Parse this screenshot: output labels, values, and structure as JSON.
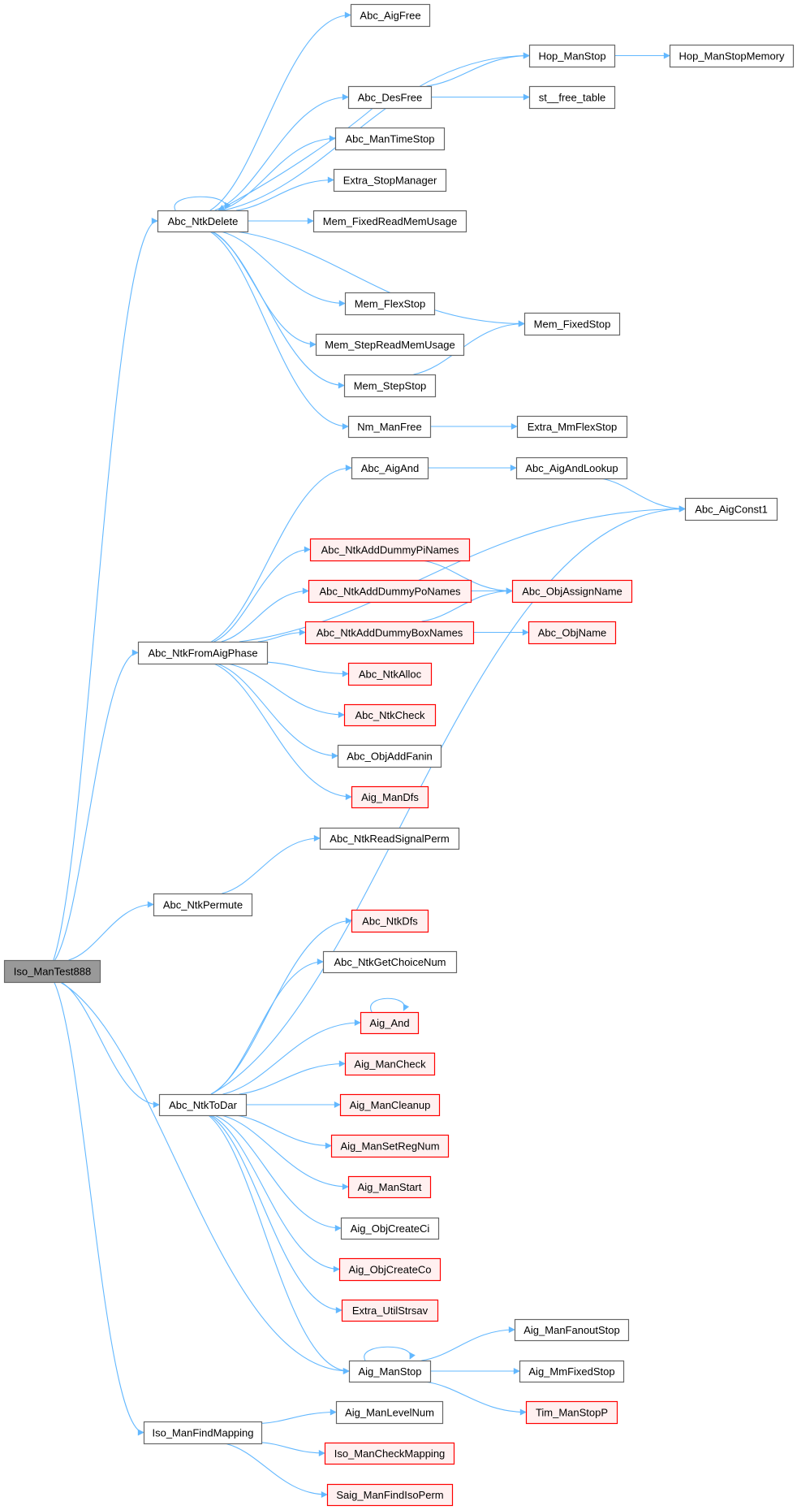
{
  "graph": {
    "title": "Call graph of Iso_ManTest888",
    "colors": {
      "edge": "#63b8ff",
      "normal_border": "#666666",
      "normal_fill": "#ffffff",
      "root_fill": "#999999",
      "root_border": "#666666",
      "red_border": "#ff0000",
      "red_fill": "#fff0f0"
    },
    "nodes": [
      {
        "id": "Iso_ManTest888",
        "label": "Iso_ManTest888",
        "style": "root"
      },
      {
        "id": "Abc_NtkDelete",
        "label": "Abc_NtkDelete",
        "style": "normal"
      },
      {
        "id": "Abc_AigFree",
        "label": "Abc_AigFree",
        "style": "normal"
      },
      {
        "id": "Hop_ManStop",
        "label": "Hop_ManStop",
        "style": "normal"
      },
      {
        "id": "Hop_ManStopMemory",
        "label": "Hop_ManStopMemory",
        "style": "normal"
      },
      {
        "id": "Abc_DesFree",
        "label": "Abc_DesFree",
        "style": "normal"
      },
      {
        "id": "st__free_table",
        "label": "st__free_table",
        "style": "normal"
      },
      {
        "id": "Abc_ManTimeStop",
        "label": "Abc_ManTimeStop",
        "style": "normal"
      },
      {
        "id": "Extra_StopManager",
        "label": "Extra_StopManager",
        "style": "normal"
      },
      {
        "id": "Mem_FixedReadMemUsage",
        "label": "Mem_FixedReadMemUsage",
        "style": "normal"
      },
      {
        "id": "Mem_FlexStop",
        "label": "Mem_FlexStop",
        "style": "normal"
      },
      {
        "id": "Mem_FixedStop",
        "label": "Mem_FixedStop",
        "style": "normal"
      },
      {
        "id": "Mem_StepReadMemUsage",
        "label": "Mem_StepReadMemUsage",
        "style": "normal"
      },
      {
        "id": "Mem_StepStop",
        "label": "Mem_StepStop",
        "style": "normal"
      },
      {
        "id": "Nm_ManFree",
        "label": "Nm_ManFree",
        "style": "normal"
      },
      {
        "id": "Extra_MmFlexStop",
        "label": "Extra_MmFlexStop",
        "style": "normal"
      },
      {
        "id": "Abc_AigAnd",
        "label": "Abc_AigAnd",
        "style": "normal"
      },
      {
        "id": "Abc_AigAndLookup",
        "label": "Abc_AigAndLookup",
        "style": "normal"
      },
      {
        "id": "Abc_AigConst1",
        "label": "Abc_AigConst1",
        "style": "normal"
      },
      {
        "id": "Abc_NtkAddDummyPiNames",
        "label": "Abc_NtkAddDummyPiNames",
        "style": "red"
      },
      {
        "id": "Abc_NtkAddDummyPoNames",
        "label": "Abc_NtkAddDummyPoNames",
        "style": "red"
      },
      {
        "id": "Abc_NtkAddDummyBoxNames",
        "label": "Abc_NtkAddDummyBoxNames",
        "style": "red"
      },
      {
        "id": "Abc_ObjAssignName",
        "label": "Abc_ObjAssignName",
        "style": "red"
      },
      {
        "id": "Abc_ObjName",
        "label": "Abc_ObjName",
        "style": "red"
      },
      {
        "id": "Abc_NtkFromAigPhase",
        "label": "Abc_NtkFromAigPhase",
        "style": "normal"
      },
      {
        "id": "Abc_NtkAlloc",
        "label": "Abc_NtkAlloc",
        "style": "red"
      },
      {
        "id": "Abc_NtkCheck",
        "label": "Abc_NtkCheck",
        "style": "red"
      },
      {
        "id": "Abc_ObjAddFanin",
        "label": "Abc_ObjAddFanin",
        "style": "normal"
      },
      {
        "id": "Aig_ManDfs",
        "label": "Aig_ManDfs",
        "style": "red"
      },
      {
        "id": "Abc_NtkReadSignalPerm",
        "label": "Abc_NtkReadSignalPerm",
        "style": "normal"
      },
      {
        "id": "Abc_NtkPermute",
        "label": "Abc_NtkPermute",
        "style": "normal"
      },
      {
        "id": "Abc_NtkDfs",
        "label": "Abc_NtkDfs",
        "style": "red"
      },
      {
        "id": "Abc_NtkGetChoiceNum",
        "label": "Abc_NtkGetChoiceNum",
        "style": "normal"
      },
      {
        "id": "Aig_And",
        "label": "Aig_And",
        "style": "red"
      },
      {
        "id": "Aig_ManCheck",
        "label": "Aig_ManCheck",
        "style": "red"
      },
      {
        "id": "Abc_NtkToDar",
        "label": "Abc_NtkToDar",
        "style": "normal"
      },
      {
        "id": "Aig_ManCleanup",
        "label": "Aig_ManCleanup",
        "style": "red"
      },
      {
        "id": "Aig_ManSetRegNum",
        "label": "Aig_ManSetRegNum",
        "style": "red"
      },
      {
        "id": "Aig_ManStart",
        "label": "Aig_ManStart",
        "style": "red"
      },
      {
        "id": "Aig_ObjCreateCi",
        "label": "Aig_ObjCreateCi",
        "style": "normal"
      },
      {
        "id": "Aig_ObjCreateCo",
        "label": "Aig_ObjCreateCo",
        "style": "red"
      },
      {
        "id": "Extra_UtilStrsav",
        "label": "Extra_UtilStrsav",
        "style": "red"
      },
      {
        "id": "Aig_ManStop",
        "label": "Aig_ManStop",
        "style": "normal"
      },
      {
        "id": "Aig_ManFanoutStop",
        "label": "Aig_ManFanoutStop",
        "style": "normal"
      },
      {
        "id": "Aig_MmFixedStop",
        "label": "Aig_MmFixedStop",
        "style": "normal"
      },
      {
        "id": "Tim_ManStopP",
        "label": "Tim_ManStopP",
        "style": "red"
      },
      {
        "id": "Iso_ManFindMapping",
        "label": "Iso_ManFindMapping",
        "style": "normal"
      },
      {
        "id": "Aig_ManLevelNum",
        "label": "Aig_ManLevelNum",
        "style": "normal"
      },
      {
        "id": "Iso_ManCheckMapping",
        "label": "Iso_ManCheckMapping",
        "style": "red"
      },
      {
        "id": "Saig_ManFindIsoPerm",
        "label": "Saig_ManFindIsoPerm",
        "style": "red"
      }
    ],
    "edges": [
      [
        "Iso_ManTest888",
        "Abc_NtkDelete"
      ],
      [
        "Iso_ManTest888",
        "Abc_NtkFromAigPhase"
      ],
      [
        "Iso_ManTest888",
        "Abc_NtkPermute"
      ],
      [
        "Iso_ManTest888",
        "Abc_NtkToDar"
      ],
      [
        "Iso_ManTest888",
        "Aig_ManStop"
      ],
      [
        "Iso_ManTest888",
        "Iso_ManFindMapping"
      ],
      [
        "Abc_NtkDelete",
        "Abc_AigFree"
      ],
      [
        "Abc_NtkDelete",
        "Hop_ManStop"
      ],
      [
        "Abc_NtkDelete",
        "Abc_DesFree"
      ],
      [
        "Abc_NtkDelete",
        "Abc_ManTimeStop"
      ],
      [
        "Abc_NtkDelete",
        "Extra_StopManager"
      ],
      [
        "Abc_NtkDelete",
        "Mem_FixedReadMemUsage"
      ],
      [
        "Abc_NtkDelete",
        "Mem_FixedStop"
      ],
      [
        "Abc_NtkDelete",
        "Mem_FlexStop"
      ],
      [
        "Abc_NtkDelete",
        "Mem_StepReadMemUsage"
      ],
      [
        "Abc_NtkDelete",
        "Mem_StepStop"
      ],
      [
        "Abc_NtkDelete",
        "Nm_ManFree"
      ],
      [
        "Abc_NtkDelete",
        "Abc_NtkDelete"
      ],
      [
        "Abc_DesFree",
        "Abc_NtkDelete"
      ],
      [
        "Abc_DesFree",
        "Hop_ManStop"
      ],
      [
        "Abc_DesFree",
        "st__free_table"
      ],
      [
        "Hop_ManStop",
        "Hop_ManStopMemory"
      ],
      [
        "Mem_StepStop",
        "Mem_FixedStop"
      ],
      [
        "Nm_ManFree",
        "Extra_MmFlexStop"
      ],
      [
        "Abc_NtkFromAigPhase",
        "Abc_AigAnd"
      ],
      [
        "Abc_NtkFromAigPhase",
        "Abc_AigConst1"
      ],
      [
        "Abc_NtkFromAigPhase",
        "Abc_NtkAddDummyPiNames"
      ],
      [
        "Abc_NtkFromAigPhase",
        "Abc_NtkAddDummyPoNames"
      ],
      [
        "Abc_NtkFromAigPhase",
        "Abc_NtkAddDummyBoxNames"
      ],
      [
        "Abc_NtkFromAigPhase",
        "Abc_NtkAlloc"
      ],
      [
        "Abc_NtkFromAigPhase",
        "Abc_NtkCheck"
      ],
      [
        "Abc_NtkFromAigPhase",
        "Abc_ObjAddFanin"
      ],
      [
        "Abc_NtkFromAigPhase",
        "Aig_ManDfs"
      ],
      [
        "Abc_AigAnd",
        "Abc_AigAndLookup"
      ],
      [
        "Abc_AigAndLookup",
        "Abc_AigConst1"
      ],
      [
        "Abc_NtkAddDummyPiNames",
        "Abc_ObjAssignName"
      ],
      [
        "Abc_NtkAddDummyPoNames",
        "Abc_ObjAssignName"
      ],
      [
        "Abc_NtkAddDummyBoxNames",
        "Abc_ObjAssignName"
      ],
      [
        "Abc_NtkAddDummyBoxNames",
        "Abc_ObjName"
      ],
      [
        "Abc_NtkPermute",
        "Abc_NtkReadSignalPerm"
      ],
      [
        "Abc_NtkToDar",
        "Abc_AigConst1"
      ],
      [
        "Abc_NtkToDar",
        "Abc_NtkDfs"
      ],
      [
        "Abc_NtkToDar",
        "Abc_NtkGetChoiceNum"
      ],
      [
        "Abc_NtkToDar",
        "Aig_And"
      ],
      [
        "Abc_NtkToDar",
        "Aig_ManCheck"
      ],
      [
        "Abc_NtkToDar",
        "Aig_ManCleanup"
      ],
      [
        "Abc_NtkToDar",
        "Aig_ManSetRegNum"
      ],
      [
        "Abc_NtkToDar",
        "Aig_ManStart"
      ],
      [
        "Abc_NtkToDar",
        "Aig_ObjCreateCi"
      ],
      [
        "Abc_NtkToDar",
        "Aig_ObjCreateCo"
      ],
      [
        "Abc_NtkToDar",
        "Extra_UtilStrsav"
      ],
      [
        "Abc_NtkToDar",
        "Aig_ManStop"
      ],
      [
        "Aig_And",
        "Aig_And"
      ],
      [
        "Aig_ManStop",
        "Aig_ManStop"
      ],
      [
        "Aig_ManStop",
        "Aig_ManFanoutStop"
      ],
      [
        "Aig_ManStop",
        "Aig_MmFixedStop"
      ],
      [
        "Aig_ManStop",
        "Tim_ManStopP"
      ],
      [
        "Iso_ManFindMapping",
        "Aig_ManLevelNum"
      ],
      [
        "Iso_ManFindMapping",
        "Iso_ManCheckMapping"
      ],
      [
        "Iso_ManFindMapping",
        "Saig_ManFindIsoPerm"
      ]
    ]
  }
}
